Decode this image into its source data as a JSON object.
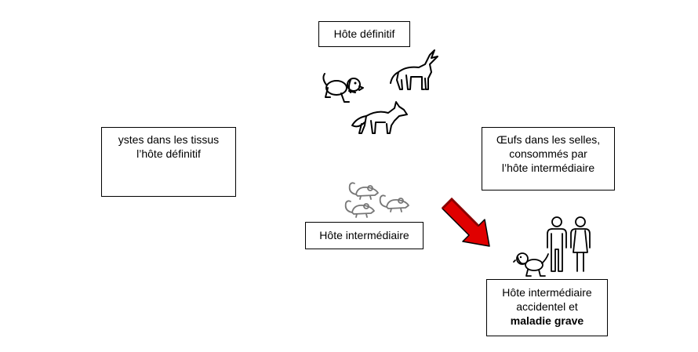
{
  "boxes": {
    "definitive_host": "Hôte définitif",
    "cysts": {
      "line1": "ystes dans les tissus",
      "line2": "l’hôte définitif"
    },
    "eggs": {
      "line1": "Œufs dans les selles,",
      "line2": "consommés par",
      "line3": "l’hôte intermédiaire"
    },
    "intermediate_host": "Hôte intermédiaire",
    "accidental": {
      "line1": "Hôte intermédiaire",
      "line2": "accidentel et",
      "line3": "maladie grave"
    }
  },
  "icons": [
    "dog-icon",
    "wolf-icon",
    "fox-icon",
    "mouse-icon",
    "man-icon",
    "woman-icon",
    "arrow-icon"
  ],
  "colors": {
    "arrow": "#e00000",
    "stroke": "#000000"
  }
}
